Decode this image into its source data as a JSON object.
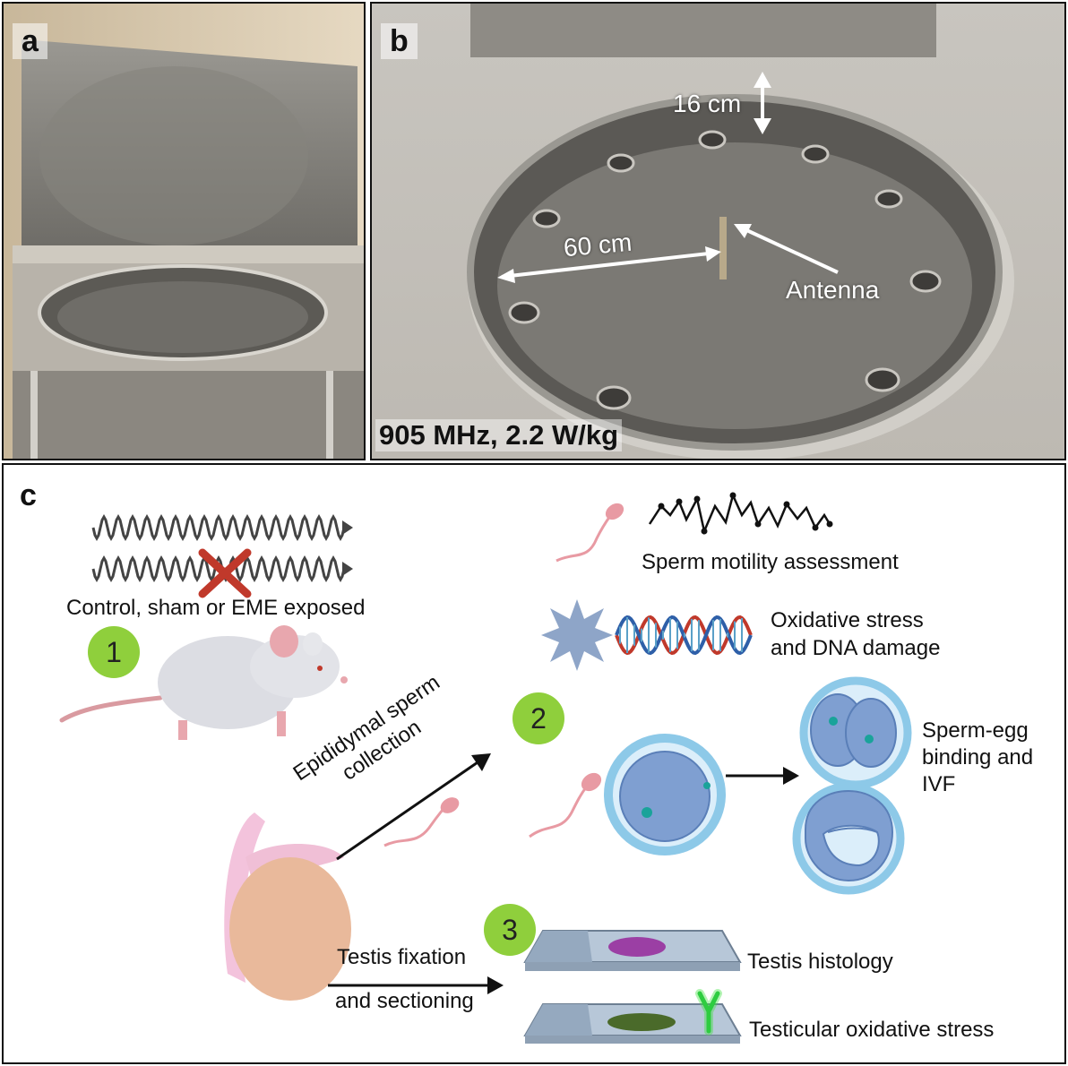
{
  "panel_a": {
    "label": "a"
  },
  "panel_b": {
    "label": "b",
    "height_annotation": "16 cm",
    "diameter_annotation": "60 cm",
    "antenna_label": "Antenna",
    "exposure_caption": "905 MHz, 2.2 W/kg"
  },
  "panel_c": {
    "label": "c",
    "step1": {
      "number": "1",
      "caption": "Control, sham or EME exposed"
    },
    "arrow_sperm_collection": [
      "Epididymal sperm",
      "collection"
    ],
    "step2": {
      "number": "2",
      "motility": "Sperm motility assessment",
      "oxidative": [
        "Oxidative stress",
        "and DNA damage"
      ],
      "ivf": [
        "Sperm-egg",
        "binding and",
        "IVF"
      ]
    },
    "arrow_testis": [
      "Testis fixation",
      "and sectioning"
    ],
    "step3": {
      "number": "3",
      "histology": "Testis histology",
      "oxidative_stress": "Testicular oxidative stress"
    },
    "colors": {
      "badge_green": "#8fcf3c",
      "cross_red": "#c0392b",
      "egg_blue": "#7f9fd1",
      "zona_blue": "#8dc9e8",
      "sperm_pink": "#e89aa3"
    }
  }
}
